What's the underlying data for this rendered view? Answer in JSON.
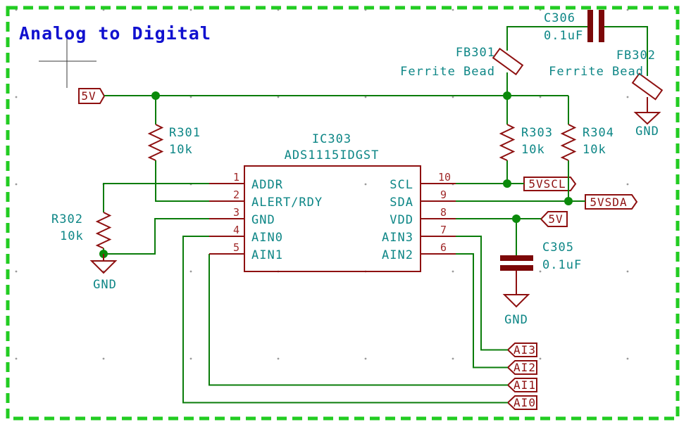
{
  "title": "Analog to Digital",
  "colors": {
    "border_green": "#22cc22",
    "wire_green": "#0a7c0a",
    "junction_green": "#0a8a0a",
    "symbol_maroon": "#8e1010",
    "capacitor_plate": "#7c0808",
    "label_teal": "#0d8686",
    "pin_number_red": "#a02828",
    "title_blue": "#1111cf",
    "background": "#ffffff"
  },
  "power": {
    "rail_left": "5V",
    "rail_vdd": "5V",
    "gnd_r302": "GND",
    "gnd_c305": "GND",
    "gnd_fb302": "GND"
  },
  "net_flags": {
    "scl": "5VSCL",
    "sda": "5VSDA",
    "ai3": "AI3",
    "ai2": "AI2",
    "ai1": "AI1",
    "ai0": "AI0"
  },
  "components": {
    "r301": {
      "ref": "R301",
      "value": "10k"
    },
    "r302": {
      "ref": "R302",
      "value": "10k"
    },
    "r303": {
      "ref": "R303",
      "value": "10k"
    },
    "r304": {
      "ref": "R304",
      "value": "10k"
    },
    "c305": {
      "ref": "C305",
      "value": "0.1uF"
    },
    "c306": {
      "ref": "C306",
      "value": "0.1uF"
    },
    "fb301": {
      "ref": "FB301",
      "value": "Ferrite Bead"
    },
    "fb302": {
      "ref": "FB302",
      "value": "Ferrite Bead"
    },
    "ic303": {
      "ref": "IC303",
      "value": "ADS1115IDGST"
    }
  },
  "ic303_pins": {
    "left": [
      {
        "num": "1",
        "name": "ADDR"
      },
      {
        "num": "2",
        "name": "ALERT/RDY"
      },
      {
        "num": "3",
        "name": "GND"
      },
      {
        "num": "4",
        "name": "AIN0"
      },
      {
        "num": "5",
        "name": "AIN1"
      }
    ],
    "right": [
      {
        "num": "10",
        "name": "SCL"
      },
      {
        "num": "9",
        "name": "SDA"
      },
      {
        "num": "8",
        "name": "VDD"
      },
      {
        "num": "7",
        "name": "AIN3"
      },
      {
        "num": "6",
        "name": "AIN2"
      }
    ]
  }
}
